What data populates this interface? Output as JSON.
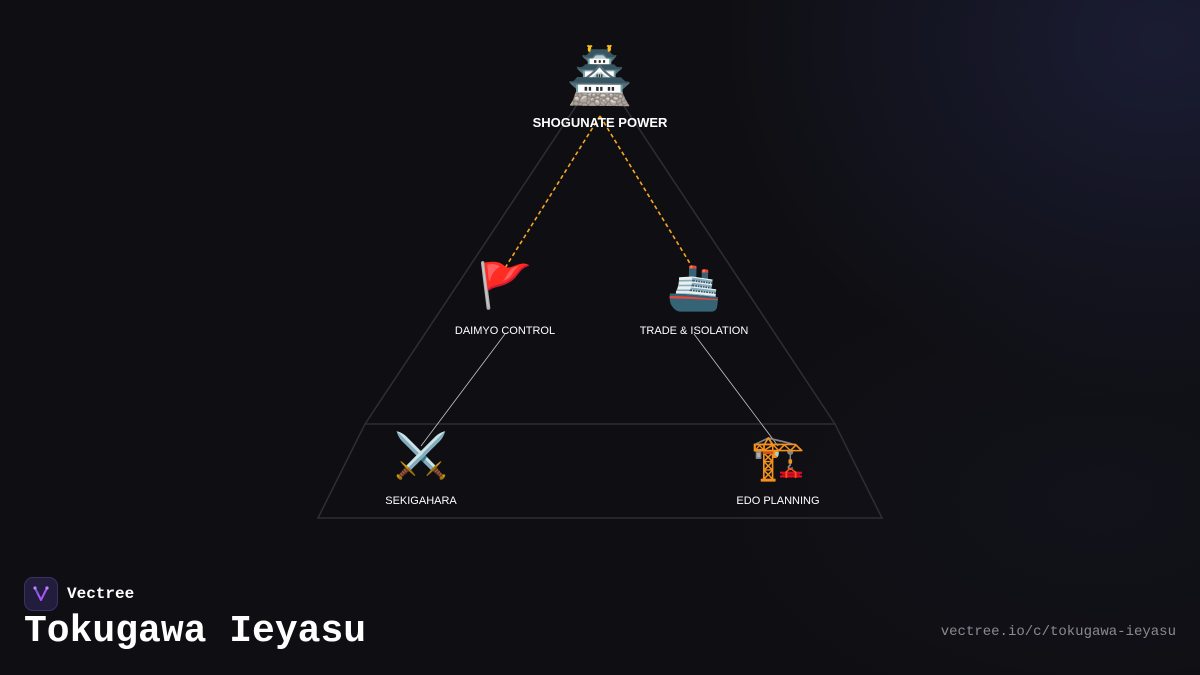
{
  "brand": {
    "name": "Vectree",
    "logo_icon": "vectree-fork-icon"
  },
  "page": {
    "title": "Tokugawa Ieyasu",
    "url": "vectree.io/c/tokugawa-ieyasu"
  },
  "colors": {
    "background": "#0f0f13",
    "triangle_outline": "#2c2f36",
    "dashed_link": "#f5a623",
    "solid_link": "#c8c8c8",
    "label": "#ffffff",
    "brand_accent": "#a855f7"
  },
  "diagram": {
    "nodes": [
      {
        "id": "shogunate",
        "label": "SHOGUNATE POWER",
        "icon": "castle-icon",
        "glyph": "🏯"
      },
      {
        "id": "daimyo",
        "label": "DAIMYO CONTROL",
        "icon": "red-flag-icon",
        "glyph": "🚩"
      },
      {
        "id": "trade",
        "label": "TRADE & ISOLATION",
        "icon": "ship-icon",
        "glyph": "🚢"
      },
      {
        "id": "sekigahara",
        "label": "SEKIGAHARA",
        "icon": "crossed-swords-icon",
        "glyph": "⚔️"
      },
      {
        "id": "edo",
        "label": "EDO PLANNING",
        "icon": "construction-crane-icon",
        "glyph": "🏗️"
      }
    ],
    "links": [
      {
        "from": "shogunate",
        "to": "daimyo",
        "style": "dashed"
      },
      {
        "from": "shogunate",
        "to": "trade",
        "style": "dashed"
      },
      {
        "from": "daimyo",
        "to": "sekigahara",
        "style": "solid"
      },
      {
        "from": "trade",
        "to": "edo",
        "style": "solid"
      }
    ]
  }
}
